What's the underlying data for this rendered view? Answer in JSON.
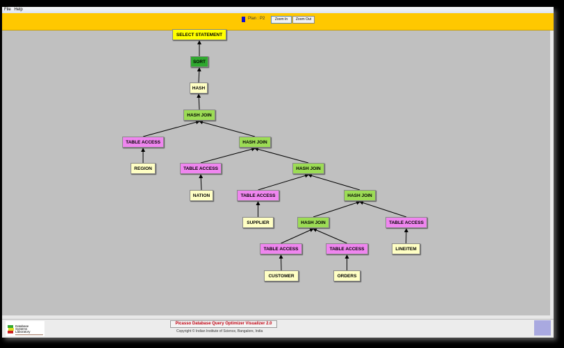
{
  "menu": {
    "items": [
      "File",
      "Help"
    ]
  },
  "toolbar": {
    "plan_label": "Plan : P2",
    "zoom_in": "Zoom In",
    "zoom_out": "Zoom Out",
    "plan_color": "#1010d0"
  },
  "plan_tree": {
    "nodes": [
      {
        "label": "SELECT STATEMENT",
        "kind": "select"
      },
      {
        "label": "SORT",
        "kind": "sort"
      },
      {
        "label": "HASH",
        "kind": "leaf"
      },
      {
        "label": "HASH JOIN",
        "kind": "join"
      },
      {
        "label": "TABLE ACCESS",
        "kind": "access"
      },
      {
        "label": "HASH JOIN",
        "kind": "join"
      },
      {
        "label": "REGION",
        "kind": "leaf"
      },
      {
        "label": "TABLE ACCESS",
        "kind": "access"
      },
      {
        "label": "HASH JOIN",
        "kind": "join"
      },
      {
        "label": "NATION",
        "kind": "leaf"
      },
      {
        "label": "TABLE ACCESS",
        "kind": "access"
      },
      {
        "label": "HASH JOIN",
        "kind": "join"
      },
      {
        "label": "SUPPLIER",
        "kind": "leaf"
      },
      {
        "label": "HASH JOIN",
        "kind": "join"
      },
      {
        "label": "TABLE ACCESS",
        "kind": "access"
      },
      {
        "label": "TABLE ACCESS",
        "kind": "access"
      },
      {
        "label": "TABLE ACCESS",
        "kind": "access"
      },
      {
        "label": "LINEITEM",
        "kind": "leaf"
      },
      {
        "label": "CUSTOMER",
        "kind": "leaf"
      },
      {
        "label": "ORDERS",
        "kind": "leaf"
      }
    ],
    "edges": [
      [
        1,
        0
      ],
      [
        2,
        1
      ],
      [
        3,
        2
      ],
      [
        4,
        3
      ],
      [
        5,
        3
      ],
      [
        6,
        4
      ],
      [
        7,
        5
      ],
      [
        8,
        5
      ],
      [
        9,
        7
      ],
      [
        10,
        8
      ],
      [
        11,
        8
      ],
      [
        12,
        10
      ],
      [
        13,
        11
      ],
      [
        14,
        11
      ],
      [
        15,
        13
      ],
      [
        16,
        13
      ],
      [
        17,
        14
      ],
      [
        18,
        15
      ],
      [
        19,
        16
      ]
    ]
  },
  "footer": {
    "title": "Picasso Database Query Optimizer Visualizer 2.0",
    "copyright": "Copyright © Indian Institute of Science, Bangalore, India",
    "logo_text": "Database Systems Laboratory"
  }
}
